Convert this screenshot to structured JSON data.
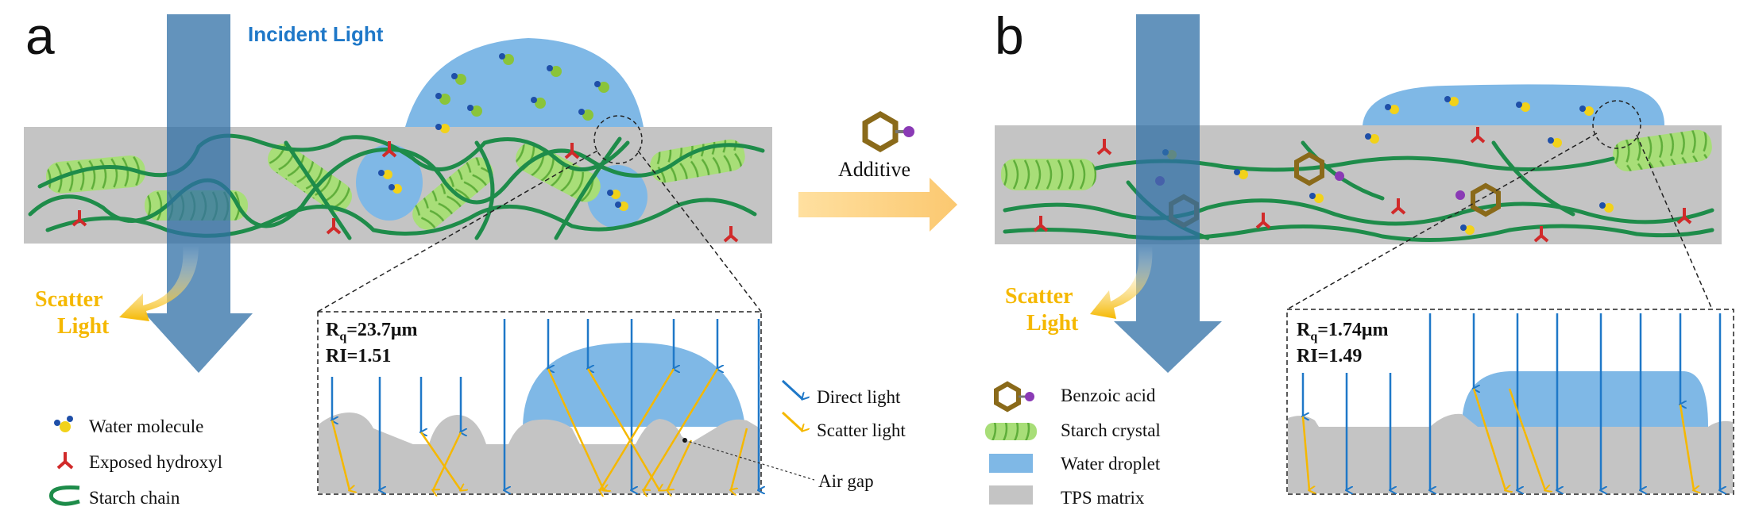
{
  "panel_a": {
    "letter": "a",
    "incident_label": "Incident Light",
    "scatter_label_1": "Scatter",
    "scatter_label_2": "Light",
    "rq_prefix": "R",
    "rq_sub": "q",
    "rq_value": "=23.7μm",
    "ri": "RI=1.51",
    "legend": {
      "water_molecule": "Water molecule",
      "exposed_hydroxyl": "Exposed hydroxyl",
      "starch_chain": "Starch chain"
    },
    "light_legend": {
      "direct": "Direct light",
      "scatter": "Scatter light",
      "air_gap": "Air gap"
    }
  },
  "middle": {
    "additive_label": "Additive"
  },
  "panel_b": {
    "letter": "b",
    "scatter_label_1": "Scatter",
    "scatter_label_2": "Light",
    "rq_prefix": "R",
    "rq_sub": "q",
    "rq_value": "=1.74μm",
    "ri": "RI=1.49",
    "legend": {
      "benzoic_acid": "Benzoic acid",
      "starch_crystal": "Starch crystal",
      "water_droplet": "Water droplet",
      "tps_matrix": "TPS matrix"
    }
  },
  "colors": {
    "incident_beam": "#2f6fa6",
    "direct_light": "#1f78c8",
    "scatter_light": "#f5b800",
    "matrix": "#c4c4c4",
    "water": "#7fb8e6",
    "starch_chain": "#1e8c4a",
    "starch_crystal": "#8ed05a",
    "hydroxyl": "#d12a2a",
    "benzoic": "#8a6a1a"
  }
}
